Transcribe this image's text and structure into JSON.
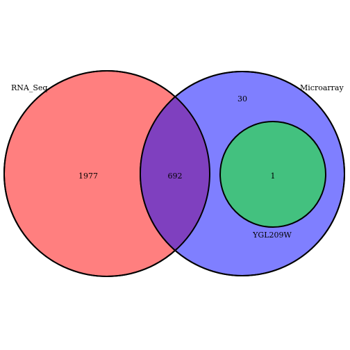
{
  "venn": {
    "sets": [
      {
        "label": "RNA_Seq",
        "color": "#ff7f7f",
        "stroke": "#000000"
      },
      {
        "label": "Microarray",
        "color": "#7f7fff",
        "stroke": "#000000"
      },
      {
        "label": "YGL209W",
        "color": "#43c17f",
        "stroke": "#000000"
      }
    ],
    "overlap_color": "#7f40bf",
    "counts": {
      "rna_seq_only": "1977",
      "rna_seq_and_microarray": "692",
      "microarray_only": "30",
      "ygl209w": "1"
    }
  }
}
